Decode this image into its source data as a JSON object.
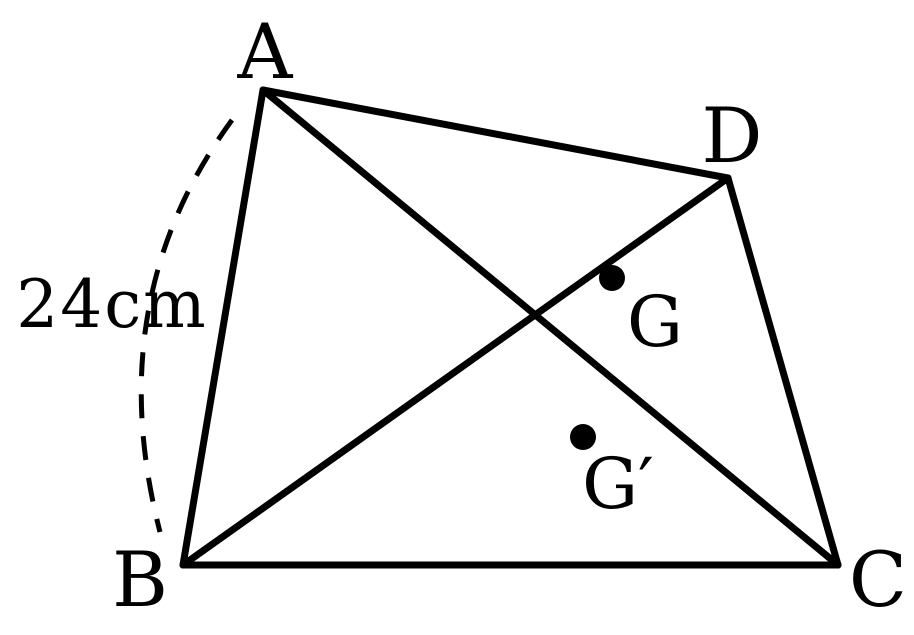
{
  "vertices": {
    "a": "A",
    "b": "B",
    "c": "C",
    "d": "D"
  },
  "points": {
    "g": "G",
    "g_prime": "G′"
  },
  "dimension": {
    "ab_length": "24cm"
  },
  "colors": {
    "ink": "#000000",
    "background": "#ffffff"
  }
}
